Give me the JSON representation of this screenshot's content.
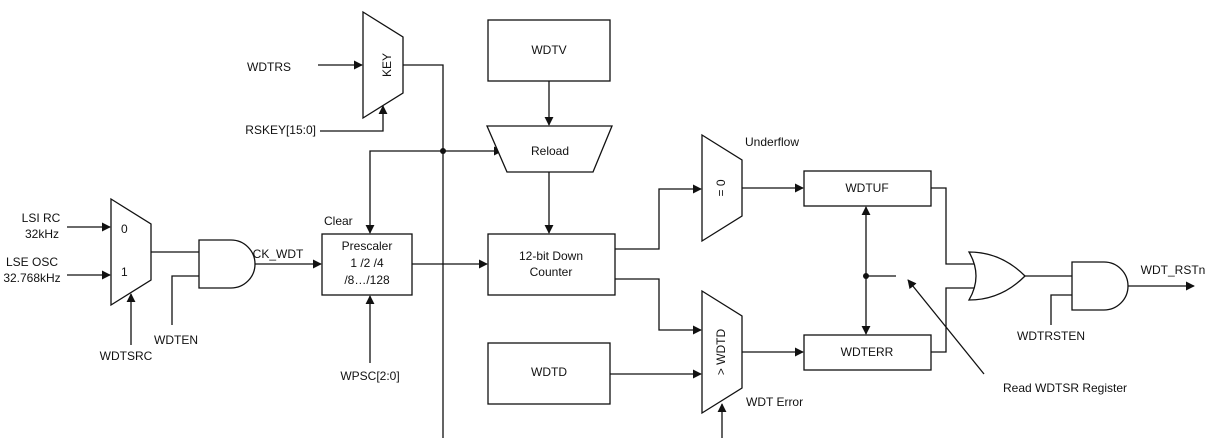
{
  "signals": {
    "wdtrs": "WDTRS",
    "rskey": "RSKEY[15:0]",
    "lsi_rc_line1": "LSI RC",
    "lsi_rc_line2": "32kHz",
    "lse_osc_line1": "LSE OSC",
    "lse_osc_line2": "32.768kHz",
    "wdten": "WDTEN",
    "wdtsrc": "WDTSRC",
    "ck_wdt": "CK_WDT",
    "clear": "Clear",
    "wpsc": "WPSC[2:0]",
    "underflow": "Underflow",
    "wdt_error": "WDT Error",
    "wdt_rstn": "WDT_RSTn",
    "wdtrsten": "WDTRSTEN",
    "read_wdtsr": "Read WDTSR Register"
  },
  "blocks": {
    "key": "KEY",
    "mux_in0": "0",
    "mux_in1": "1",
    "prescaler_line1": "Prescaler",
    "prescaler_line2": "1 /2 /4",
    "prescaler_line3": "/8…/128",
    "wdtv": "WDTV",
    "reload": "Reload",
    "counter_line1": "12-bit Down",
    "counter_line2": "Counter",
    "eq_zero": "= 0",
    "gt_wdtd": "> WDTD",
    "wdtd": "WDTD",
    "wdtuf": "WDTUF",
    "wdterr": "WDTERR"
  }
}
